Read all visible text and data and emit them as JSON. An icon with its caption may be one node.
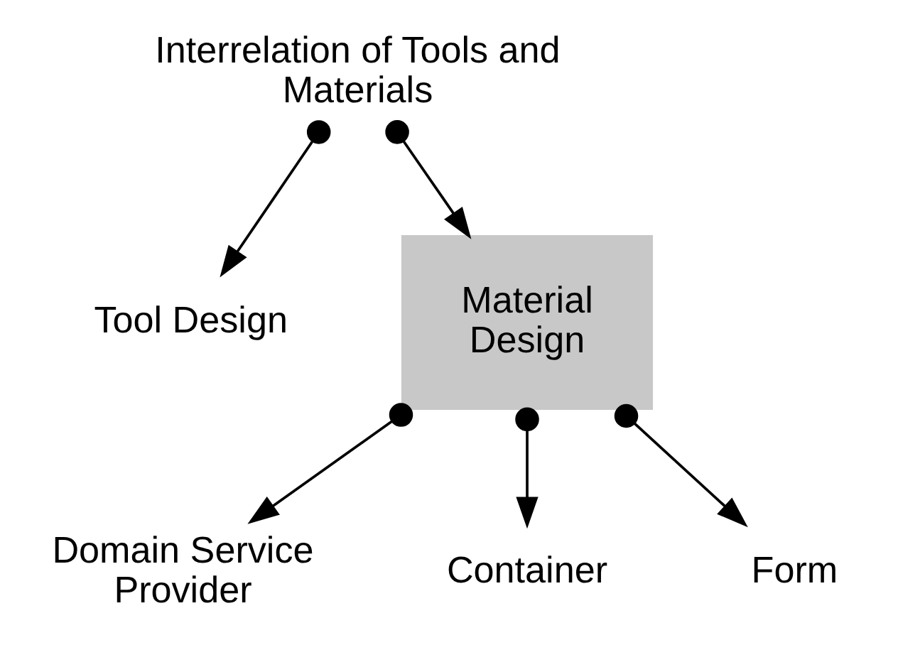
{
  "diagram": {
    "nodes": [
      {
        "text": [
          "Interrelation of Tools and Materials"
        ]
      },
      {
        "text": [
          "Tool Design"
        ]
      },
      {
        "text": [
          "Material Design"
        ]
      },
      {
        "text": [
          "Domain Service Provider"
        ]
      },
      {
        "text": [
          "Container"
        ]
      },
      {
        "text": [
          "Form"
        ]
      }
    ],
    "edges": [
      {
        "from": 0,
        "to": 1,
        "arrow": "to"
      },
      {
        "from": 0,
        "to": 2,
        "arrow": "to"
      },
      {
        "from": 2,
        "to": 3,
        "arrow": "to"
      },
      {
        "from": 2,
        "to": 4,
        "arrow": "to"
      },
      {
        "from": 2,
        "to": 5,
        "arrow": "to"
      }
    ]
  }
}
